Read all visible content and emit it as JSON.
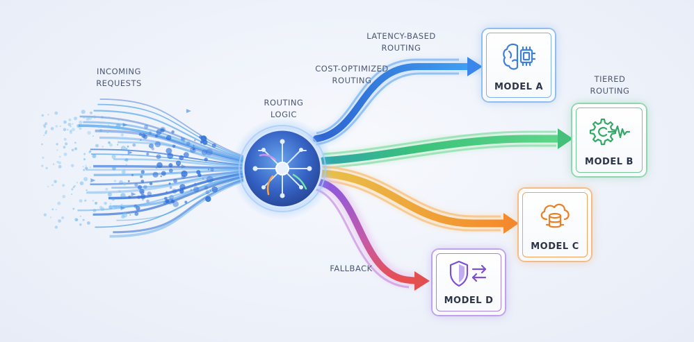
{
  "labels": {
    "incoming": [
      "INCOMING",
      "REQUESTS"
    ],
    "routing_logic": [
      "ROUTING",
      "LOGIC"
    ],
    "latency": [
      "LATENCY-BASED",
      "ROUTING"
    ],
    "cost": [
      "COST-OPTIMIZED",
      "ROUTING"
    ],
    "tiered": [
      "TIERED",
      "ROUTING"
    ],
    "fallback": [
      "FALLBACK"
    ]
  },
  "models": [
    {
      "name": "MODEL A",
      "icon": "brain-chip-icon",
      "color": "#4a8ee8"
    },
    {
      "name": "MODEL B",
      "icon": "gear-waveform-icon",
      "color": "#38b872"
    },
    {
      "name": "MODEL C",
      "icon": "cloud-database-icon",
      "color": "#f28a2e"
    },
    {
      "name": "MODEL D",
      "icon": "shield-arrows-icon",
      "color": "#8a5ad8"
    }
  ],
  "colors": {
    "blue": "#3d8ef0",
    "green": "#3cc27a",
    "orange": "#f59a3c",
    "purple": "#9060e0",
    "red": "#e65a5a",
    "hub": "#3f6fd0"
  }
}
